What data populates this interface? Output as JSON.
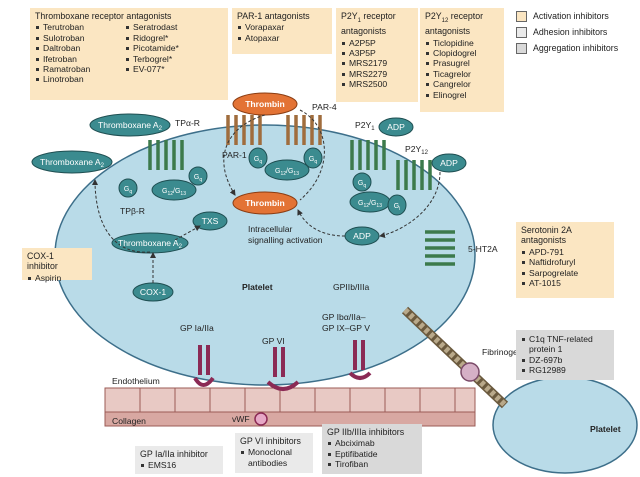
{
  "legend": {
    "activation": {
      "label": "Activation inhibitors",
      "color": "#fbe6c2"
    },
    "adhesion": {
      "label": "Adhesion inhibitors",
      "color": "#eaeaea"
    },
    "aggregation": {
      "label": "Aggregation inhibitors",
      "color": "#d9d9d9"
    }
  },
  "tx_antagonists": {
    "title": "Thromboxane receptor antagonists",
    "col1": [
      "Terutroban",
      "Sulotroban",
      "Daltroban",
      "Ifetroban",
      "Ramatroban",
      "Linotroban"
    ],
    "col2": [
      "Seratrodast",
      "Ridogrel*",
      "Picotamide*",
      "Terbogrel*",
      "EV-077*"
    ]
  },
  "par1": {
    "title": "PAR-1 antagonists",
    "items": [
      "Vorapaxar",
      "Atopaxar"
    ]
  },
  "p2y1": {
    "title_pre": "P2Y",
    "title_sub": "1",
    "title_post": " receptor antagonists",
    "items": [
      "A2P5P",
      "A3P5P",
      "MRS2179",
      "MRS2279",
      "MRS2500"
    ]
  },
  "p2y12": {
    "title_pre": "P2Y",
    "title_sub": "12",
    "title_post": " receptor antagonists",
    "items": [
      "Ticlopidine",
      "Clopidogrel",
      "Prasugrel",
      "Ticagrelor",
      "Cangrelor",
      "Elinogrel"
    ]
  },
  "cox1": {
    "title": "COX-1 inhibitor",
    "items": [
      "Aspirin"
    ]
  },
  "serotonin": {
    "title": "Serotonin 2A antagonists",
    "items": [
      "APD-791",
      "Naftidrofuryl",
      "Sarpogrelate",
      "AT-1015"
    ]
  },
  "c1q": {
    "title": "C1q TNF-related protein 1",
    "items": [
      "DZ-697b",
      "RG12989"
    ]
  },
  "gp1a": {
    "title": "GP Ia/IIa inhibitor",
    "items": [
      "EMS16"
    ]
  },
  "gp6": {
    "title": "GP VI inhibitors",
    "items": [
      "Monoclonal antibodies"
    ]
  },
  "gp2b": {
    "title": "GP IIb/IIIa inhibitors",
    "items": [
      "Abciximab",
      "Eptifibatide",
      "Tirofiban"
    ]
  },
  "diagram": {
    "platelet": "Platelet",
    "platelet2": "Platelet",
    "thrombin_top": "Thrombin",
    "thrombin_mid": "Thrombin",
    "par4": "PAR-4",
    "par1": "PAR-1",
    "tx_a2_top": "Thromboxane A",
    "tx_a2_left": "Thromboxane A",
    "tx_a2_inner": "Thromboxane A",
    "a2_sub": "2",
    "tpa_r": "TPα-R",
    "tpb_r": "TPβ-R",
    "txs": "TXS",
    "cox1": "COX-1",
    "adp1": "ADP",
    "adp2": "ADP",
    "adp3": "ADP",
    "p2y1": "P2Y",
    "p2y1_sub": "1",
    "p2y12": "P2Y",
    "p2y12_sub": "12",
    "ht2a": "5-HT2A",
    "intracellular": "Intracellular",
    "signalling": "signalling activation",
    "gq": "G",
    "q_sub": "q",
    "g1213": "G",
    "g1213_sub": "12",
    "slash_g": "/G",
    "g13_sub": "13",
    "gi": "G",
    "i_sub": "i",
    "gp1a": "GP Ia/IIa",
    "gp6": "GP VI",
    "gp1b": "GP Ibα/IIa–",
    "gp9": "GP IX–GP V",
    "gp2b3a": "GPIIb/IIIa",
    "fibrinogen": "Fibrinogen",
    "endothelium": "Endothelium",
    "collagen": "Collagen",
    "vwf": "vWF"
  }
}
